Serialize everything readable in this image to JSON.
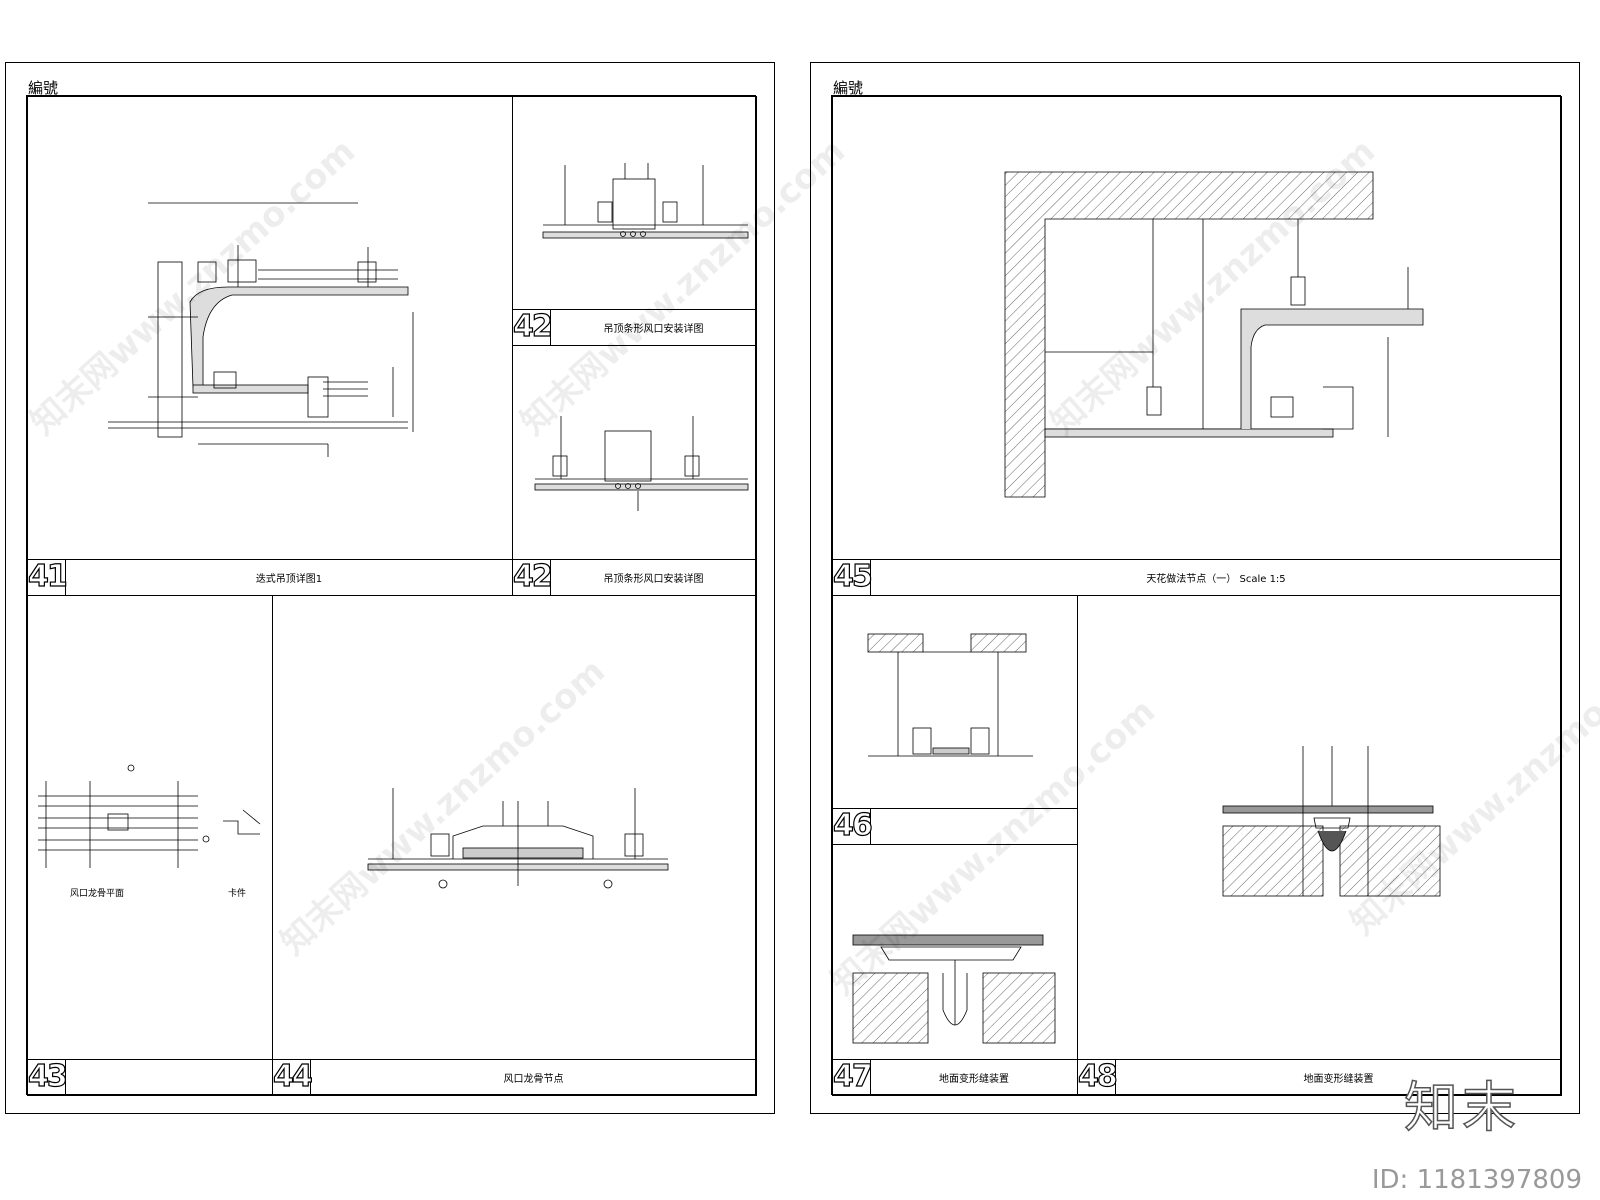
{
  "sheets": {
    "left_header": "編號",
    "right_header": "編號"
  },
  "panels": {
    "p41": {
      "num": "41",
      "title": "迭式吊顶详图1"
    },
    "p42a": {
      "num": "42",
      "title": "吊顶条形风口安装详图"
    },
    "p42b": {
      "num": "42",
      "title": "吊顶条形风口安装详图"
    },
    "p43": {
      "num": "43",
      "title": "",
      "plan_label": "风口龙骨平面",
      "part_label": "卡件"
    },
    "p44": {
      "num": "44",
      "title": "风口龙骨节点"
    },
    "p45": {
      "num": "45",
      "title": "天花做法节点（一） Scale 1:5"
    },
    "p46": {
      "num": "46",
      "title": ""
    },
    "p47": {
      "num": "47",
      "title": "地面变形缝装置"
    },
    "p48": {
      "num": "48",
      "title": "地面变形缝装置"
    }
  },
  "watermark_text": "知末网www.znzmo.com",
  "logo_text": "知末",
  "image_id": "ID: 1181397809"
}
